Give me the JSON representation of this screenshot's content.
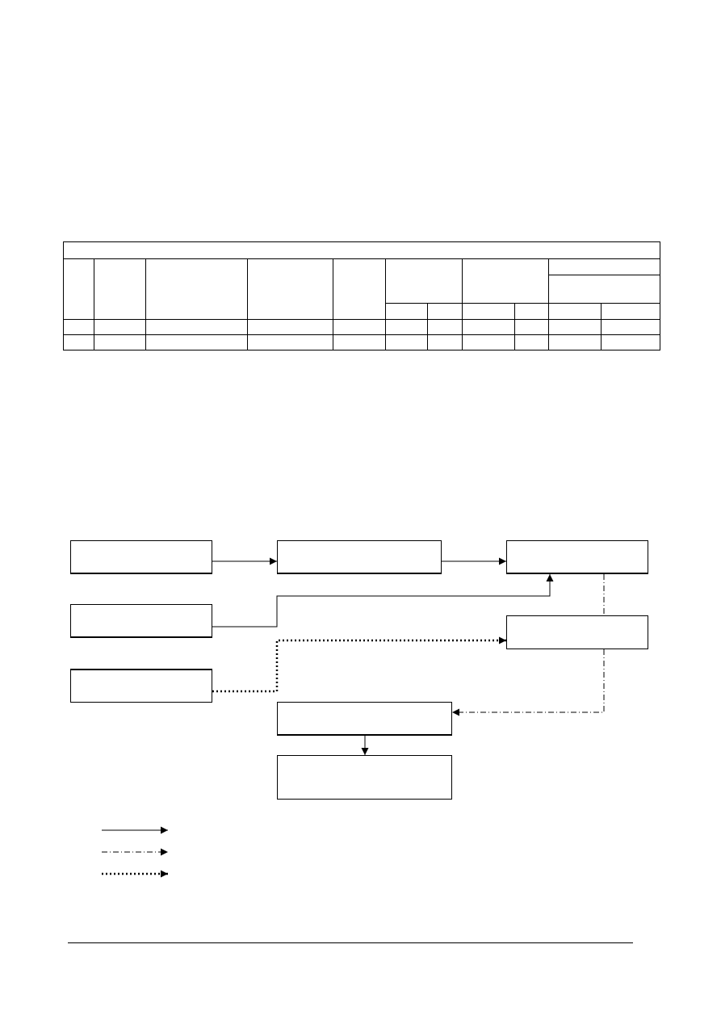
{
  "table": {
    "title": "",
    "headers": [
      "",
      "",
      "",
      "",
      "",
      "",
      "",
      ""
    ],
    "sub_headers": [
      "",
      "",
      "",
      "",
      "",
      ""
    ],
    "rows": [
      [
        "",
        "",
        "",
        "",
        "",
        "",
        "",
        "",
        "",
        "",
        ""
      ],
      [
        "",
        "",
        "",
        "",
        "",
        "",
        "",
        "",
        "",
        "",
        ""
      ]
    ]
  },
  "diagram": {
    "boxes": {
      "src_a": "",
      "src_b": "",
      "src_c": "",
      "mid": "",
      "dest_top": "",
      "dest_mid": "",
      "lower": "",
      "bottom": ""
    }
  },
  "legend": [
    {
      "style": "solid",
      "label": ""
    },
    {
      "style": "dash-dot",
      "label": ""
    },
    {
      "style": "dotted",
      "label": ""
    }
  ]
}
